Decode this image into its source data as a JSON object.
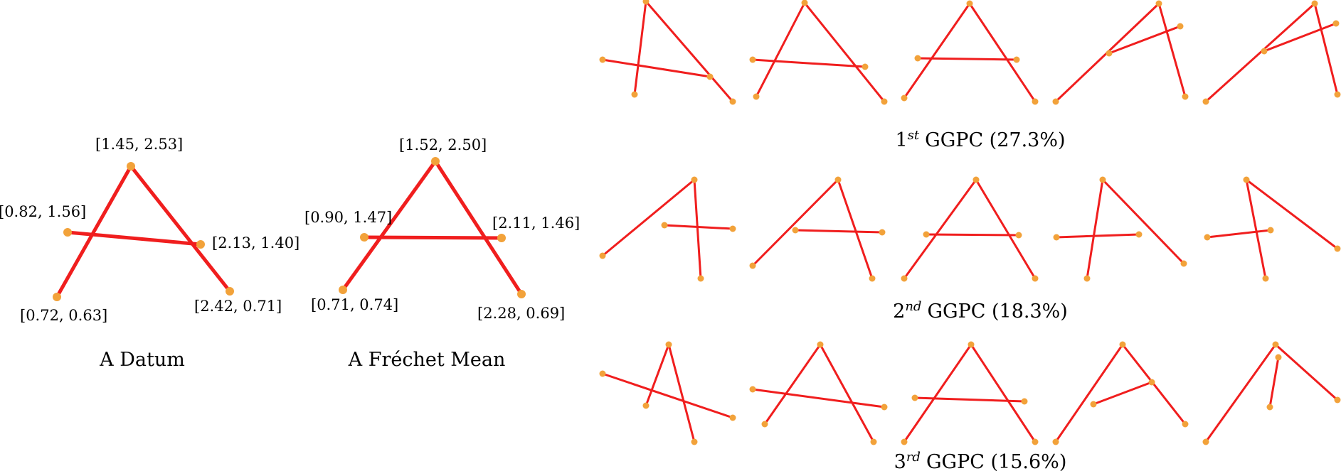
{
  "colors": {
    "stroke": "#f01e1e",
    "vertex": "#f2a23a",
    "text": "#000000"
  },
  "datum": {
    "caption": "A Datum",
    "coords": [
      "[0.82, 1.56]",
      "[0.72, 0.63]",
      "[1.45, 2.53]",
      "[2.13, 1.40]",
      "[2.42, 0.71]"
    ]
  },
  "mean": {
    "caption": "A Fréchet Mean",
    "coords": [
      "[0.90, 1.47]",
      "[0.71, 0.74]",
      "[1.52, 2.50]",
      "[2.11, 1.46]",
      "[2.28, 0.69]"
    ]
  },
  "ggpc": [
    {
      "ordinal": "1",
      "suffix": "st",
      "label": "GGPC (27.3%)"
    },
    {
      "ordinal": "2",
      "suffix": "nd",
      "label": "GGPC (18.3%)"
    },
    {
      "ordinal": "3",
      "suffix": "rd",
      "label": "GGPC (15.6%)"
    }
  ]
}
